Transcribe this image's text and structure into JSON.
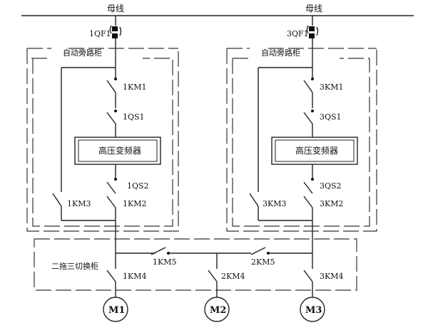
{
  "labels": {
    "busbar_left": "母线",
    "busbar_right": "母线",
    "breaker_1": "1QF1",
    "breaker_3": "3QF1",
    "bypass_cabinet_left": "自动旁路柜",
    "bypass_cabinet_right": "自动旁路柜",
    "km1": "1KM1",
    "km3_main": "3KM1",
    "qs1": "1QS1",
    "qs3_1": "3QS1",
    "vfd_left": "高压变频器",
    "vfd_right": "高压变频器",
    "qs2": "1QS2",
    "qs3_2": "3QS2",
    "km_bypass_left": "1KM3",
    "km2_left": "1KM2",
    "km_bypass_right": "3KM3",
    "km2_right": "3KM2",
    "switch_cabinet": "二拖三切换柜",
    "km5_left": "1KM5",
    "km5_right": "2KM5",
    "km4_left": "1KM4",
    "km4_mid": "2KM4",
    "km4_right": "3KM4",
    "motor_1": "M1",
    "motor_2": "M2",
    "motor_3": "M3"
  }
}
